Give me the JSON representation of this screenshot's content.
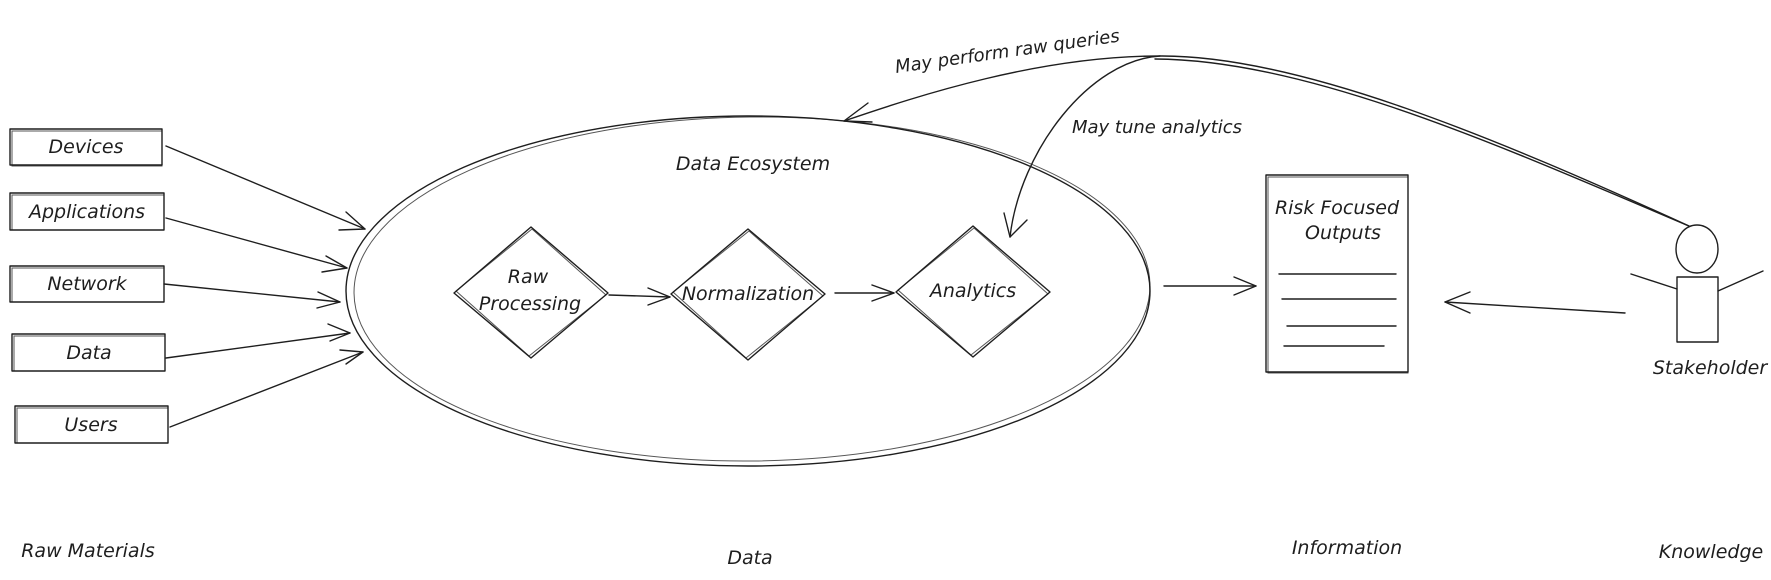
{
  "sources": [
    "Devices",
    "Applications",
    "Network",
    "Data",
    "Users"
  ],
  "ecosystem": {
    "title": "Data Ecosystem",
    "raw_processing": [
      "Raw",
      "Processing"
    ],
    "normalization": "Normalization",
    "analytics": "Analytics"
  },
  "outputs": {
    "title_line1": "Risk Focused",
    "title_line2": "Outputs"
  },
  "stakeholder": "Stakeholder",
  "annotations": {
    "raw_queries": "May perform raw queries",
    "tune_analytics": "May tune analytics"
  },
  "stages": {
    "raw_materials": "Raw Materials",
    "data": "Data",
    "information": "Information",
    "knowledge": "Knowledge"
  }
}
